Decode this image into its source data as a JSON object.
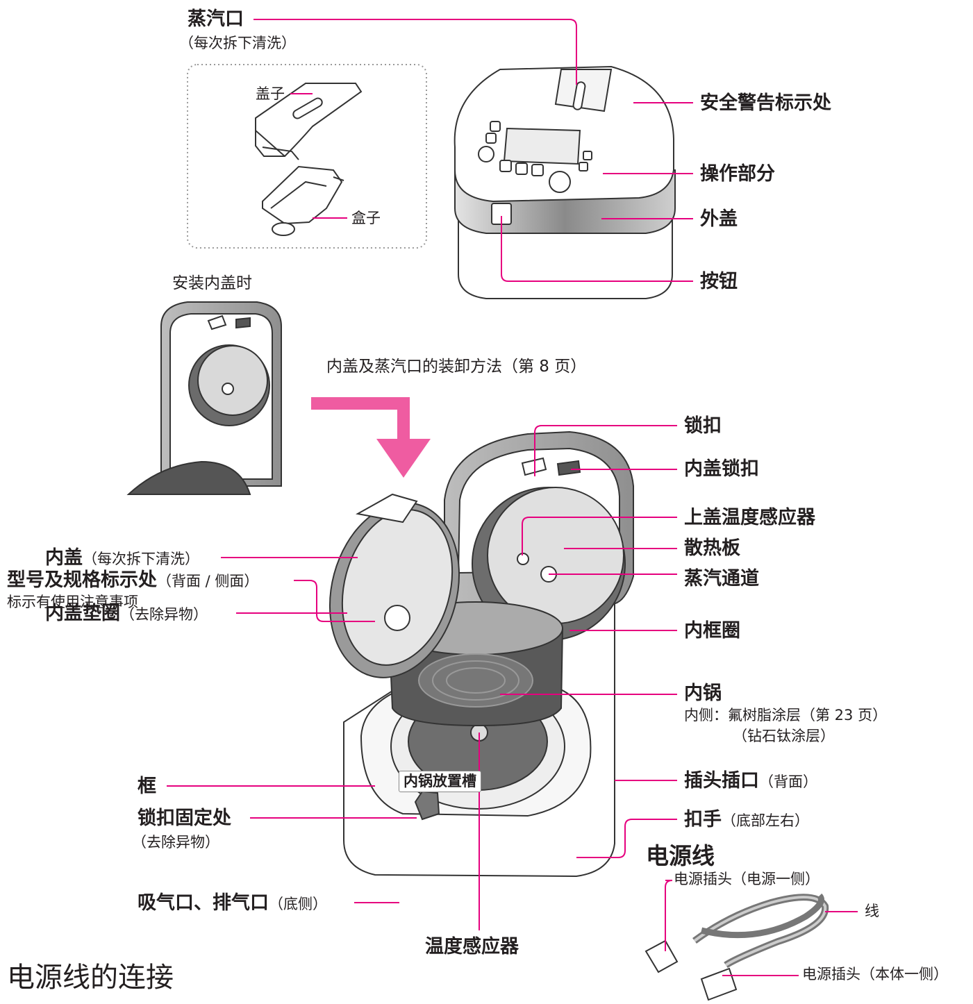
{
  "accent_color": "#e6007e",
  "arrow_color": "#ef5ca1",
  "labels": {
    "steam_vent": "蒸汽口",
    "steam_vent_note": "（每次拆下清洗）",
    "lid_part": "盖子",
    "box_part": "盒子",
    "inner_lid_install": "安装内盖时",
    "removal_method": "内盖及蒸汽口的装卸方法（第 8 页）",
    "safety_warning": "安全警告标示处",
    "control_panel": "操作部分",
    "outer_lid": "外盖",
    "button": "按钮",
    "latch": "锁扣",
    "inner_lid_latch": "内盖锁扣",
    "lid_temp_sensor": "上盖温度感应器",
    "heat_plate": "散热板",
    "steam_passage": "蒸汽通道",
    "inner_frame_ring": "内框圈",
    "inner_pot": "内锅",
    "inner_pot_note1": "内侧：氟树脂涂层（第 23 页）",
    "inner_pot_note2": "（钻石钛涂层）",
    "plug_socket": "插头插口",
    "plug_socket_note": "（背面）",
    "handle": "扣手",
    "handle_note": "（底部左右）",
    "inner_lid": "内盖",
    "inner_lid_note": "（每次拆下清洗）",
    "inner_lid_gasket": "内盖垫圈",
    "inner_lid_gasket_note": "（去除异物）",
    "model_label": "型号及规格标示处",
    "model_label_note": "（背面 / 侧面）",
    "model_label_note2": "标示有使用注意事项",
    "frame": "框",
    "pot_seat": "内锅放置槽",
    "latch_holder": "锁扣固定处",
    "latch_holder_note": "（去除异物）",
    "air_vents": "吸气口、排气口",
    "air_vents_note": "（底侧）",
    "temp_sensor": "温度感应器",
    "power_cord": "电源线",
    "power_plug_outlet": "电源插头（电源一侧）",
    "cord_wire": "线",
    "power_plug_body": "电源插头（本体一侧）"
  },
  "section_title": "电源线的连接"
}
